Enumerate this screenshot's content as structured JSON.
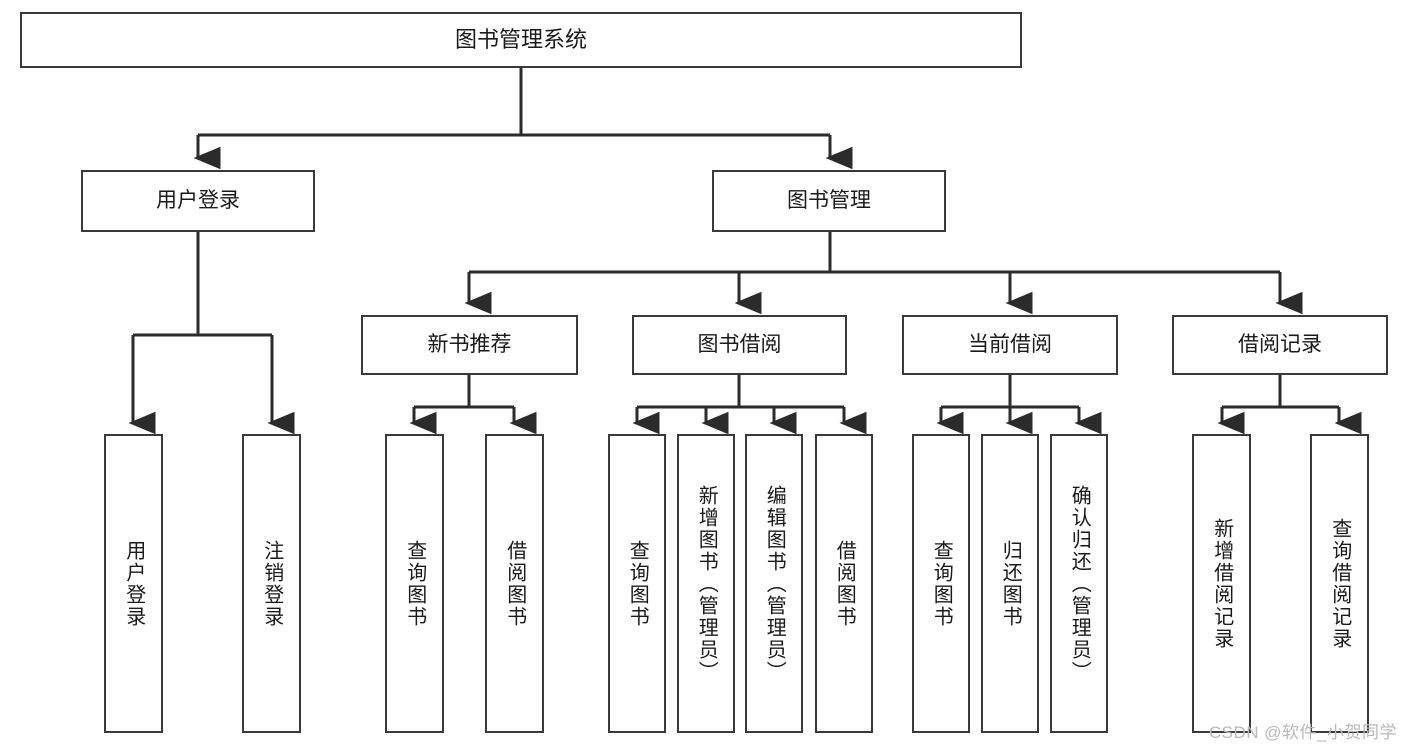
{
  "diagram": {
    "type": "tree",
    "title": "图书管理系统",
    "watermark": "CSDN @软件_小贺同学",
    "theme": {
      "background": "#ffffff",
      "box_border": "#3a3a3a",
      "box_fill": "#ffffff",
      "connector": "#2b2b2b",
      "text": "#1a1a1a",
      "watermark_color": "#b9b9b9"
    },
    "root": {
      "label": "图书管理系统"
    },
    "level2": [
      {
        "id": "user-login",
        "label": "用户登录"
      },
      {
        "id": "book-manage",
        "label": "图书管理"
      }
    ],
    "level3": [
      {
        "id": "new-book-recommend",
        "label": "新书推荐",
        "parent": "book-manage"
      },
      {
        "id": "book-borrow",
        "label": "图书借阅",
        "parent": "book-manage"
      },
      {
        "id": "current-borrow",
        "label": "当前借阅",
        "parent": "book-manage"
      },
      {
        "id": "borrow-record",
        "label": "借阅记录",
        "parent": "book-manage"
      }
    ],
    "leaves": [
      {
        "id": "leaf-user-login",
        "label": "用户登录",
        "parent": "user-login"
      },
      {
        "id": "leaf-user-logout",
        "label": "注销登录",
        "parent": "user-login"
      },
      {
        "id": "leaf-rec-query-book",
        "label": "查询图书",
        "parent": "new-book-recommend"
      },
      {
        "id": "leaf-rec-borrow-book",
        "label": "借阅图书",
        "parent": "new-book-recommend"
      },
      {
        "id": "leaf-bb-query-book",
        "label": "查询图书",
        "parent": "book-borrow"
      },
      {
        "id": "leaf-bb-add-book",
        "label": "新增图书（管理员）",
        "parent": "book-borrow"
      },
      {
        "id": "leaf-bb-edit-book",
        "label": "编辑图书（管理员）",
        "parent": "book-borrow"
      },
      {
        "id": "leaf-bb-borrow-book",
        "label": "借阅图书",
        "parent": "book-borrow"
      },
      {
        "id": "leaf-cb-query-book",
        "label": "查询图书",
        "parent": "current-borrow"
      },
      {
        "id": "leaf-cb-return-book",
        "label": "归还图书",
        "parent": "current-borrow"
      },
      {
        "id": "leaf-cb-confirm-return",
        "label": "确认归还（管理员）",
        "parent": "current-borrow"
      },
      {
        "id": "leaf-br-add-record",
        "label": "新增借阅记录",
        "parent": "borrow-record"
      },
      {
        "id": "leaf-br-query-record",
        "label": "查询借阅记录",
        "parent": "borrow-record"
      }
    ]
  }
}
